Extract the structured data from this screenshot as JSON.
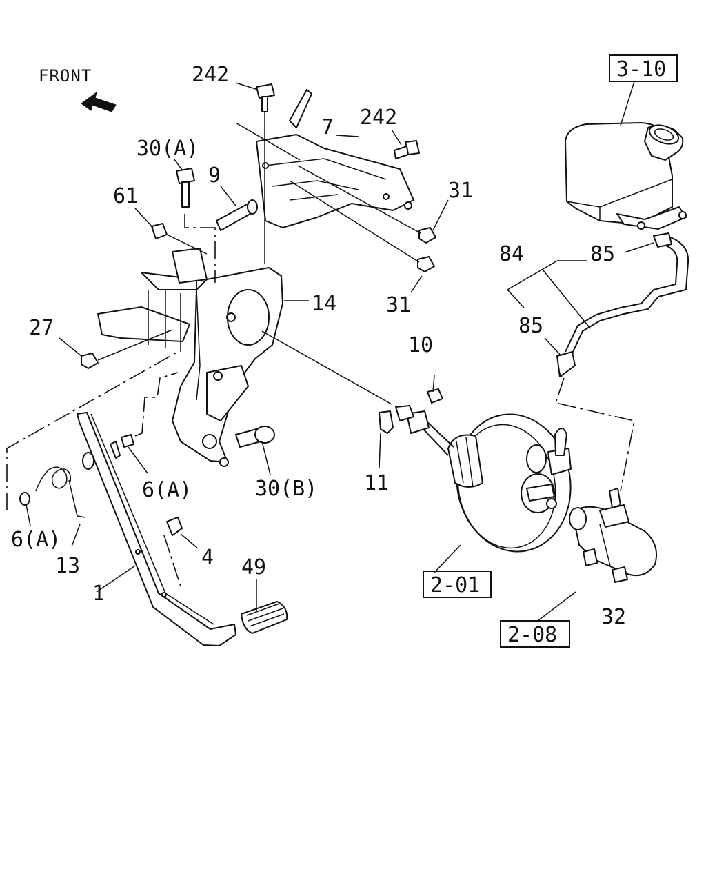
{
  "front_label": "FRONT",
  "callouts": {
    "c242_top": "242",
    "c242_right": "242",
    "c30a": "30(A)",
    "c9": "9",
    "c61": "61",
    "c7": "7",
    "c31_top": "31",
    "c31_bottom": "31",
    "c14": "14",
    "c27": "27",
    "c10": "10",
    "c11": "11",
    "c30b": "30(B)",
    "c6a_mid": "6(A)",
    "c6a_left": "6(A)",
    "c13": "13",
    "c4": "4",
    "c1": "1",
    "c49": "49",
    "c84": "84",
    "c85_top": "85",
    "c85_mid": "85",
    "c32": "32"
  },
  "ref_boxes": {
    "r310": "3-10",
    "r201": "2-01",
    "r208": "2-08"
  }
}
